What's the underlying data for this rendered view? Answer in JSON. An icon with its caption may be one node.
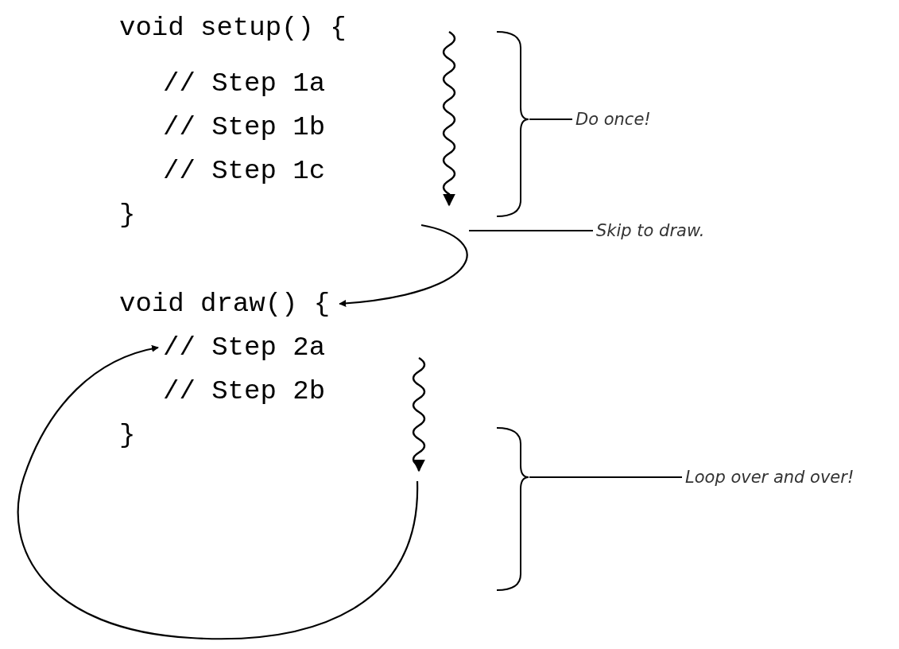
{
  "diagram": {
    "nodes": [
      {
        "text": [
          "void setup() {"
        ]
      },
      {
        "text": [
          "// Step 1a"
        ]
      },
      {
        "text": [
          "// Step 1b"
        ]
      },
      {
        "text": [
          "// Step 1c"
        ]
      },
      {
        "text": [
          "}"
        ]
      },
      {
        "text": [
          "void draw() {"
        ]
      },
      {
        "text": [
          "// Step 2a"
        ]
      },
      {
        "text": [
          "// Step 2b"
        ]
      },
      {
        "text": [
          "}"
        ]
      },
      {
        "text": [
          "Do once!"
        ]
      },
      {
        "text": [
          "Skip to draw."
        ]
      },
      {
        "text": [
          "Loop over and over!"
        ]
      },
      {
        "text": [],
        "shape": "bracket"
      },
      {
        "text": [],
        "shape": "bracket"
      }
    ],
    "edges": [
      {
        "from": null,
        "to": 5,
        "arrow": "to"
      },
      {
        "from": null,
        "to": 6,
        "arrow": "to"
      },
      {
        "from": 9,
        "to": 12,
        "arrow": "none"
      },
      {
        "from": 10,
        "to": null,
        "arrow": "none"
      },
      {
        "from": 11,
        "to": 13,
        "arrow": "none"
      }
    ]
  }
}
